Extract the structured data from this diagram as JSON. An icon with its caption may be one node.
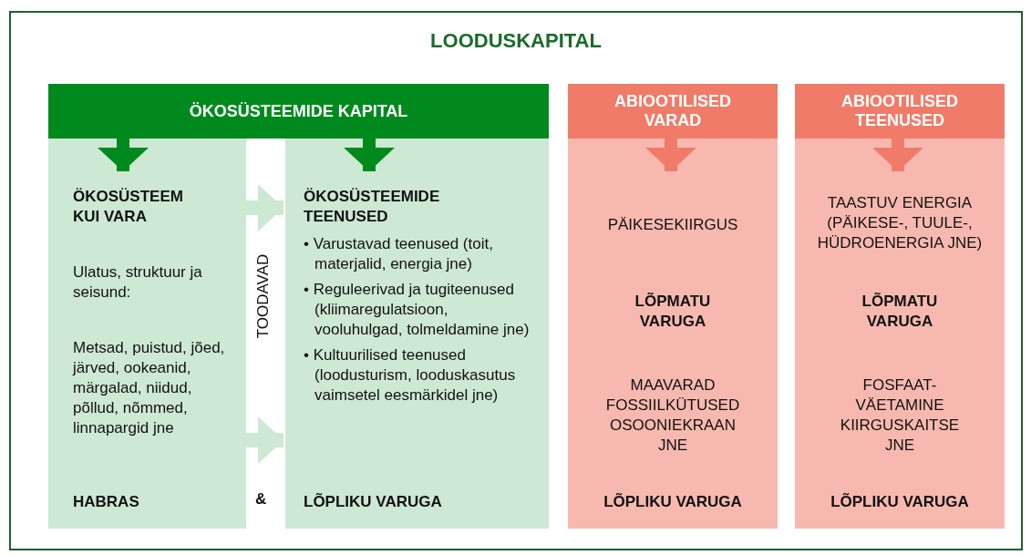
{
  "diagram": {
    "nodes": [
      {
        "text": [
          "LOODUSKAPITAL"
        ]
      },
      {
        "text": [
          "ÖKOSÜSTEEMIDE KAPITAL"
        ],
        "in": 0
      },
      {
        "text": [
          "ÖKOSÜSTEEM KUI VARA",
          "Ulatus, struktuur ja seisund:",
          "Metsad, puistud, jõed, järved, ookeanid, märgalad, niidud, põllud, nõmmed, linnapargid jne",
          "HABRAS"
        ],
        "in": 0
      },
      {
        "text": [
          "ÖKOSÜSTEEMIDE TEENUSED",
          "• Varustavad teenused (toit, materjalid, energia jne)",
          "• Reguleerivad ja tugiteenused (kliimaregulatsioon, vooluhulgad, tolmeldamine jne)",
          "• Kultuurilised teenused (loodusturism, looduskasutus vaimsetel eesmärkidel jne)",
          "LÕPLIKU VARUGA"
        ],
        "in": 0
      },
      {
        "text": [
          "ABIOOTILISED VARAD"
        ],
        "in": 0
      },
      {
        "text": [
          "PÄIKESEKIIRGUS",
          "LÕPMATU VARUGA",
          "MAAVARAD FOSSIILKÜTUSED OSOONIEKRAAN JNE",
          "LÕPLIKU VARUGA"
        ],
        "in": 0
      },
      {
        "text": [
          "ABIOOTILISED TEENUSED"
        ],
        "in": 0
      },
      {
        "text": [
          "TAASTUV ENERGIA (PÄIKESE-, TUULE-, HÜDROENERGIA JNE)",
          "LÕPMATU VARUGA",
          "FOSFAAT- VÄETAMINE KIIRGUSKAITSE JNE",
          "LÕPLIKU VARUGA"
        ],
        "in": 0
      }
    ],
    "edges": [
      {
        "from": 1,
        "to": 2,
        "arrow": "to",
        "color": "#008a1e"
      },
      {
        "from": 1,
        "to": 3,
        "arrow": "to",
        "color": "#008a1e"
      },
      {
        "from": 2,
        "to": 3,
        "arrow": "to",
        "color": "#cde8d3"
      },
      {
        "from": 2,
        "to": 3,
        "arrow": "to",
        "color": "#cde8d3"
      },
      {
        "from": 4,
        "to": 5,
        "arrow": "to",
        "color": "#f07b68"
      },
      {
        "from": 6,
        "to": 7,
        "arrow": "to",
        "color": "#f07b68"
      }
    ],
    "labels": [
      "TOODAVAD",
      "&"
    ]
  }
}
